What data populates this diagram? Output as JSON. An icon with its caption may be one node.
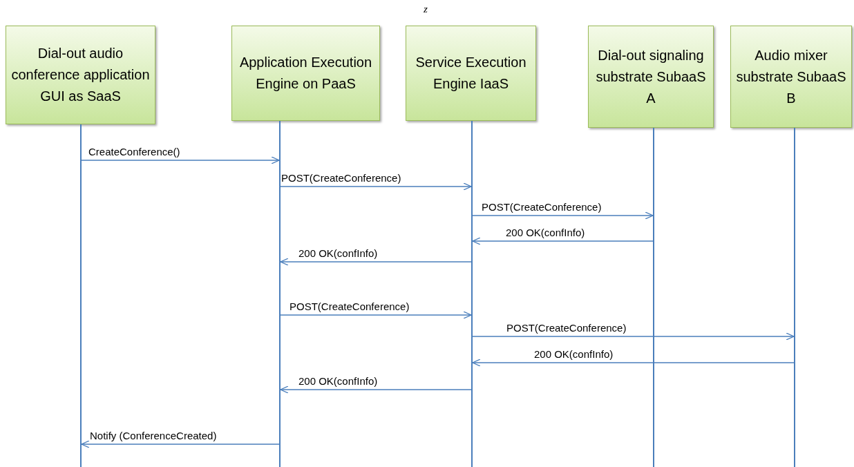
{
  "diagram": {
    "nodes": [
      {
        "text": [
          "Dial-out audio conference application GUI as SaaS"
        ]
      },
      {
        "text": [
          "Application Execution Engine on PaaS"
        ]
      },
      {
        "text": [
          "Service Execution Engine IaaS"
        ]
      },
      {
        "text": [
          "Dial-out signaling substrate SubaaS A"
        ]
      },
      {
        "text": [
          "Audio mixer substrate SubaaS B"
        ]
      },
      {
        "text": [],
        "shape": "line"
      },
      {
        "text": [],
        "shape": "line"
      },
      {
        "text": [],
        "shape": "line"
      },
      {
        "text": [],
        "shape": "line"
      },
      {
        "text": [],
        "shape": "line"
      }
    ],
    "edges": [
      {
        "from": 5,
        "to": 6,
        "arrow": "to",
        "label": "CreateConference()"
      },
      {
        "from": 6,
        "to": 7,
        "arrow": "to",
        "label": "POST(CreateConference)"
      },
      {
        "from": 7,
        "to": 8,
        "arrow": "to",
        "label": "POST(CreateConference)"
      },
      {
        "from": 8,
        "to": 7,
        "arrow": "to",
        "label": "200 OK(confInfo)"
      },
      {
        "from": 7,
        "to": 6,
        "arrow": "to",
        "label": "200 OK(confInfo)"
      },
      {
        "from": 6,
        "to": 7,
        "arrow": "to",
        "label": "POST(CreateConference)"
      },
      {
        "from": 7,
        "to": 9,
        "arrow": "to",
        "label": "POST(CreateConference)"
      },
      {
        "from": 9,
        "to": 7,
        "arrow": "to",
        "label": "200 OK(confInfo)"
      },
      {
        "from": 7,
        "to": 6,
        "arrow": "to",
        "label": "200 OK(confInfo)"
      },
      {
        "from": 6,
        "to": 5,
        "arrow": "to",
        "label": "Notify (ConferenceCreated)"
      }
    ],
    "labels": [
      "z"
    ]
  }
}
